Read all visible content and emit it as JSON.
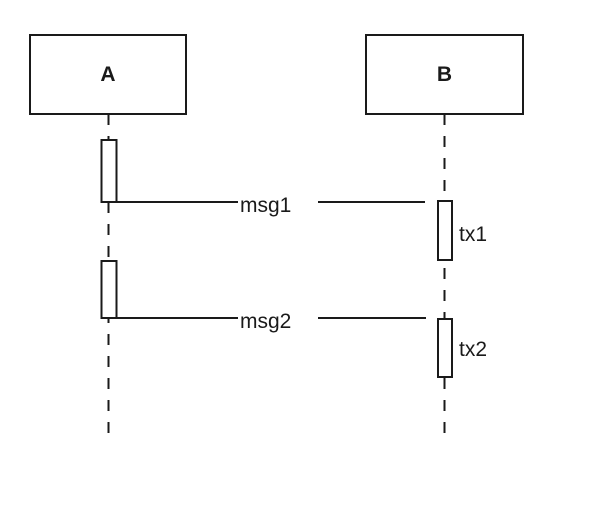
{
  "colors": {
    "stroke": "#1a1a1a",
    "background": "#ffffff"
  },
  "diagram": {
    "kind": "uml-sequence-diagram",
    "lifelines": [
      {
        "label": "A"
      },
      {
        "label": "B"
      }
    ],
    "messages": [
      {
        "label": "msg1",
        "from": "A",
        "to": "B"
      },
      {
        "label": "msg2",
        "from": "A",
        "to": "B"
      }
    ],
    "activations": [
      {
        "label": "tx1",
        "lifeline": "B"
      },
      {
        "label": "tx2",
        "lifeline": "B"
      }
    ]
  }
}
